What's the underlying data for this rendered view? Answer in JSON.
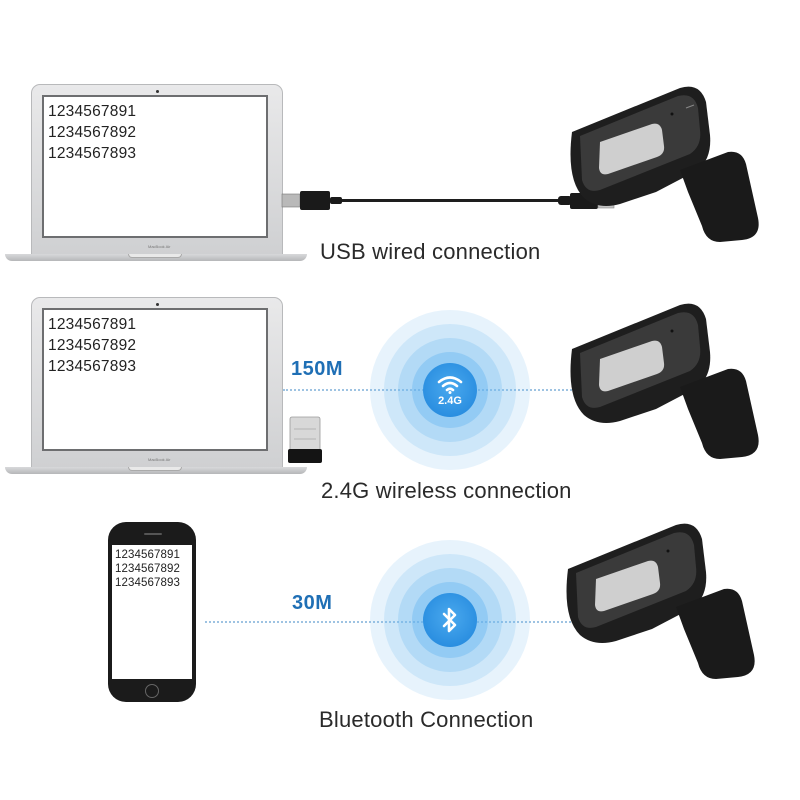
{
  "sections": [
    {
      "id": "usb",
      "caption": "USB wired connection",
      "host": "laptop",
      "laptop_brand": "MacBook Air",
      "screen_lines": [
        "1234567891",
        "1234567892",
        "1234567893"
      ]
    },
    {
      "id": "wireless",
      "caption": "2.4G wireless connection",
      "host": "laptop",
      "laptop_brand": "MacBook Air",
      "screen_lines": [
        "1234567891",
        "1234567892",
        "1234567893"
      ],
      "range": "150M",
      "badge_label": "2.4G",
      "badge_icon": "wifi-icon"
    },
    {
      "id": "bluetooth",
      "caption": "Bluetooth Connection",
      "host": "phone",
      "screen_lines": [
        "1234567891",
        "1234567892",
        "1234567893"
      ],
      "range": "30M",
      "badge_icon": "bluetooth-icon"
    }
  ],
  "colors": {
    "accent_blue": "#1f6fb5",
    "signal_core": "#2a8fe0",
    "signal_ring": "#d6ebfa",
    "dotted_line": "#9ec3e2",
    "caption_text": "#2a2a2a",
    "scanner_body": "#1e1e1e"
  }
}
